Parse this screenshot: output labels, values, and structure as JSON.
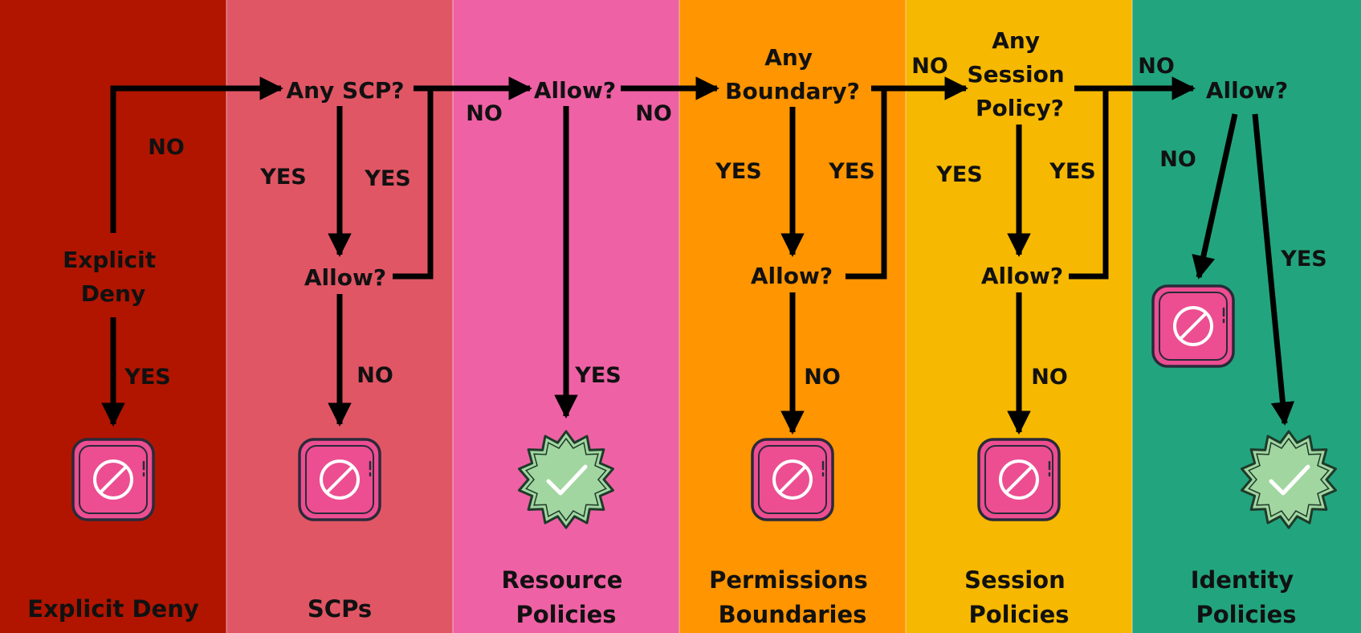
{
  "columns": [
    {
      "id": "explicit-deny",
      "footer": [
        "Explicit Deny"
      ],
      "color": "#B11500"
    },
    {
      "id": "scps",
      "footer": [
        "SCPs"
      ],
      "color": "#E15665"
    },
    {
      "id": "resource-policies",
      "footer": [
        "Resource",
        "Policies"
      ],
      "color": "#EF61A5"
    },
    {
      "id": "permissions-boundaries",
      "footer": [
        "Permissions",
        "Boundaries"
      ],
      "color": "#FF9500"
    },
    {
      "id": "session-policies",
      "footer": [
        "Session",
        "Policies"
      ],
      "color": "#F6B800"
    },
    {
      "id": "identity-policies",
      "footer": [
        "Identity",
        "Policies"
      ],
      "color": "#22A57E"
    }
  ],
  "decisions": {
    "explicit_deny": [
      "Explicit",
      "Deny"
    ],
    "any_scp": [
      "Any SCP?"
    ],
    "scp_allow": [
      "Allow?"
    ],
    "resource_allow": [
      "Allow?"
    ],
    "any_boundary": [
      "Any",
      "Boundary?"
    ],
    "boundary_allow": [
      "Allow?"
    ],
    "any_session": [
      "Any",
      "Session",
      "Policy?"
    ],
    "session_allow": [
      "Allow?"
    ],
    "identity_allow": [
      "Allow?"
    ]
  },
  "edge_labels": {
    "explicit_deny_no": "NO",
    "explicit_deny_yes": "YES",
    "any_scp_yes": "YES",
    "scp_allow_yes": "YES",
    "scp_allow_no": "NO",
    "resource_no": "NO",
    "resource_yes": "YES",
    "any_boundary_no": "NO",
    "any_boundary_yes": "YES",
    "boundary_allow_yes": "YES",
    "boundary_allow_no": "NO",
    "any_session_no": "NO",
    "any_session_yes": "YES",
    "session_allow_yes": "YES",
    "session_allow_no": "NO",
    "identity_no": "NO",
    "identity_yes": "YES"
  },
  "outcomes": [
    "deny",
    "deny",
    "allow",
    "deny",
    "deny",
    "deny",
    "allow"
  ],
  "icon_colors": {
    "deny_fill": "#EC4E91",
    "deny_stroke": "#2A2A3A",
    "allow_fill": "#A1D6A0",
    "allow_stroke": "#1E3A2A"
  }
}
